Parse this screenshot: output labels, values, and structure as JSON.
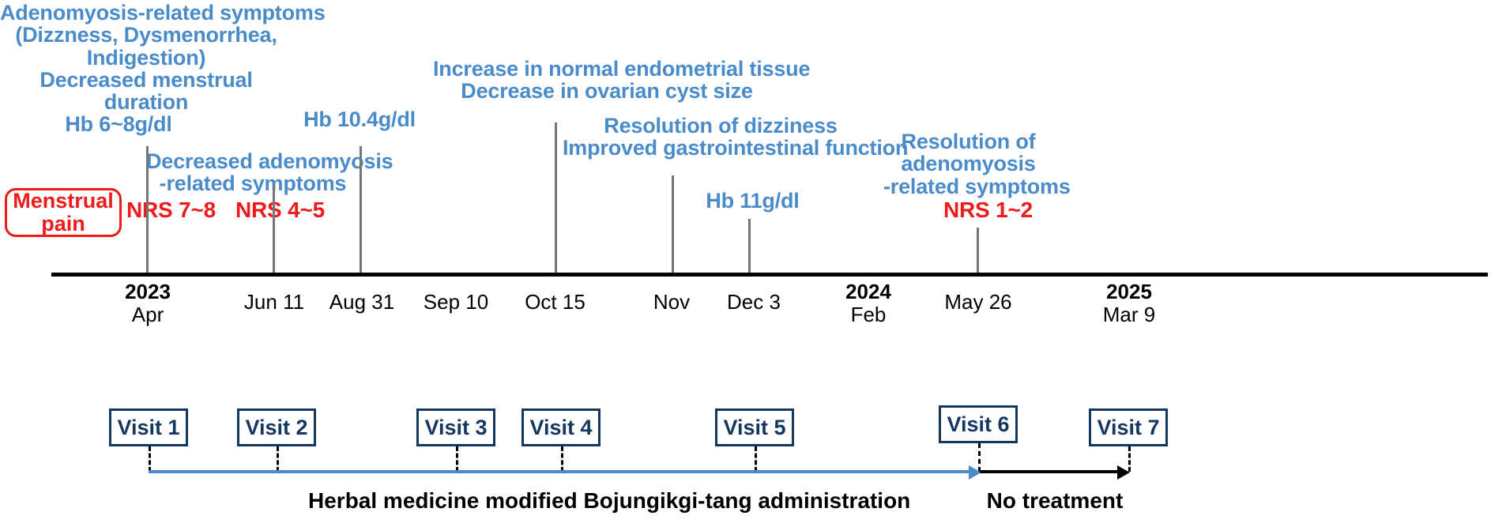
{
  "figure": {
    "type": "clinical-timeline",
    "title_present": false
  },
  "pain_box": {
    "line1": "Menstrual",
    "line2": "pain",
    "color": "#ee1b1b"
  },
  "colors": {
    "annotation_blue": "#4a8cca",
    "nrs_red": "#ee1b1b",
    "visit_navy": "#13375e",
    "axis_black": "#000000",
    "tick_grey": "#767676"
  },
  "annotations": [
    {
      "id": "visit1-symptoms",
      "text": "Adenomyosis-related symptoms\n(Dizzness, Dysmenorrhea,\nIndigestion)\nDecreased menstrual\nduration"
    },
    {
      "id": "visit1-hb",
      "text": "Hb 6~8g/dl"
    },
    {
      "id": "visit2-symptoms",
      "text": "Decreased adenomyosis\n-related symptoms"
    },
    {
      "id": "visit3-hb",
      "text": "Hb 10.4g/dl"
    },
    {
      "id": "visit4-imaging",
      "text": "Increase in normal endometrial tissue\nDecrease in ovarian cyst size"
    },
    {
      "id": "visit5-resolution",
      "text": "Resolution of dizziness\nImproved gastrointestinal function"
    },
    {
      "id": "visit5-hb",
      "text": "Hb 11g/dl"
    },
    {
      "id": "visit6-resolution",
      "text": "Resolution of\nadenomyosis\n-related symptoms"
    }
  ],
  "nrs_scores": [
    {
      "id": "nrs-visit1",
      "text": "NRS 7~8"
    },
    {
      "id": "nrs-visit2",
      "text": "NRS 4~5"
    },
    {
      "id": "nrs-visit6",
      "text": "NRS 1~2"
    }
  ],
  "timeline": {
    "dates": [
      {
        "year": "2023",
        "monthday": "Apr"
      },
      {
        "year": "",
        "monthday": "Jun 11"
      },
      {
        "year": "",
        "monthday": "Aug 31"
      },
      {
        "year": "",
        "monthday": "Sep 10"
      },
      {
        "year": "",
        "monthday": "Oct 15"
      },
      {
        "year": "",
        "monthday": "Nov"
      },
      {
        "year": "",
        "monthday": "Dec 3"
      },
      {
        "year": "2024",
        "monthday": "Feb"
      },
      {
        "year": "",
        "monthday": "May 26"
      },
      {
        "year": "2025",
        "monthday": "Mar 9"
      }
    ],
    "visits": [
      {
        "label": "Visit 1"
      },
      {
        "label": "Visit 2"
      },
      {
        "label": "Visit 3"
      },
      {
        "label": "Visit 4"
      },
      {
        "label": "Visit 5"
      },
      {
        "label": "Visit 6"
      },
      {
        "label": "Visit 7"
      }
    ]
  },
  "treatment": {
    "herbal_label": "Herbal medicine modified Bojungikgi-tang administration",
    "no_treatment_label": "No treatment"
  }
}
